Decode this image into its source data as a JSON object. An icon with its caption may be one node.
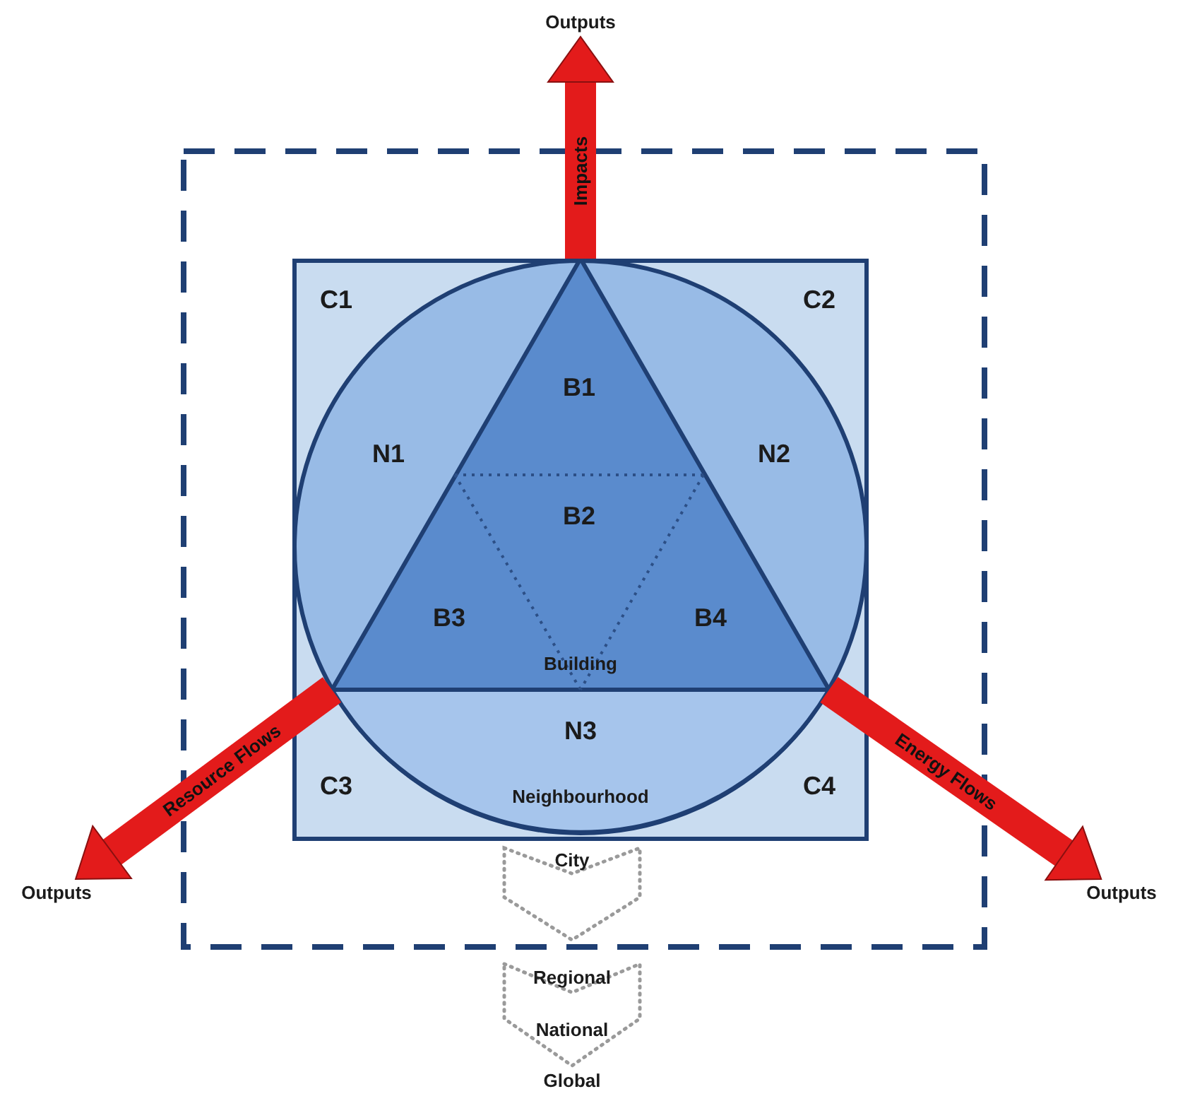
{
  "diagram": {
    "nodes": [
      {
        "text": [
          "C1",
          "C2",
          "C3",
          "C4"
        ]
      },
      {
        "text": [
          "N1",
          "N2"
        ],
        "in": 0
      },
      {
        "text": [
          "N3",
          "Neighbourhood"
        ],
        "in": 1
      },
      {
        "text": [
          "B1",
          "B2",
          "B3",
          "B4",
          "Building"
        ],
        "in": 1
      },
      {
        "text": [
          "Outputs"
        ]
      },
      {
        "text": [
          "Outputs"
        ]
      },
      {
        "text": [
          "Outputs"
        ]
      },
      {
        "text": [
          "City"
        ]
      },
      {
        "text": [
          "Regional",
          "National",
          "Global"
        ]
      }
    ],
    "edges": [
      {
        "from": 3,
        "to": 4,
        "arrow": "to",
        "label": "Impacts"
      },
      {
        "from": 3,
        "to": 5,
        "arrow": "to",
        "label": "Resource Flows"
      },
      {
        "from": 3,
        "to": 6,
        "arrow": "to",
        "label": "Energy Flows"
      }
    ]
  }
}
